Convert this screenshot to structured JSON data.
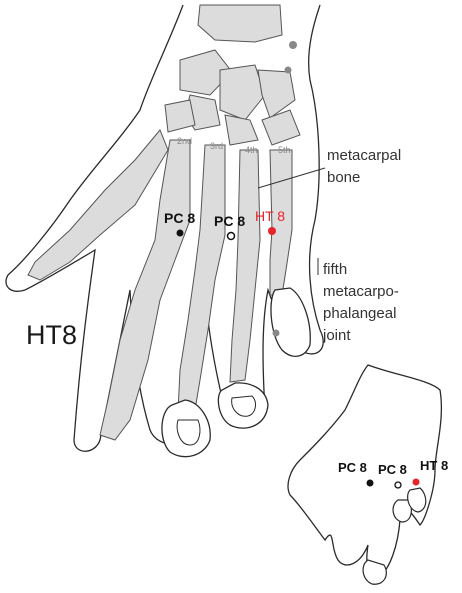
{
  "title": "HT8",
  "annotations": {
    "metacarpal_line1": "metacarpal",
    "metacarpal_line2": "bone",
    "joint_line1": "fifth",
    "joint_line2": "metacarpo-",
    "joint_line3": "phalangeal",
    "joint_line4": "joint"
  },
  "digit_labels": [
    "2nd",
    "3rd",
    "4th",
    "5th"
  ],
  "points": {
    "pc8": "PC 8",
    "pc8_open": "PC 8",
    "ht8": "HT 8"
  },
  "colors": {
    "bone_fill": "#dcdcdc",
    "outline": "#2b2b2b",
    "highlight": "#e8232a",
    "marker_dark": "#111111",
    "marker_grey": "#888888"
  }
}
